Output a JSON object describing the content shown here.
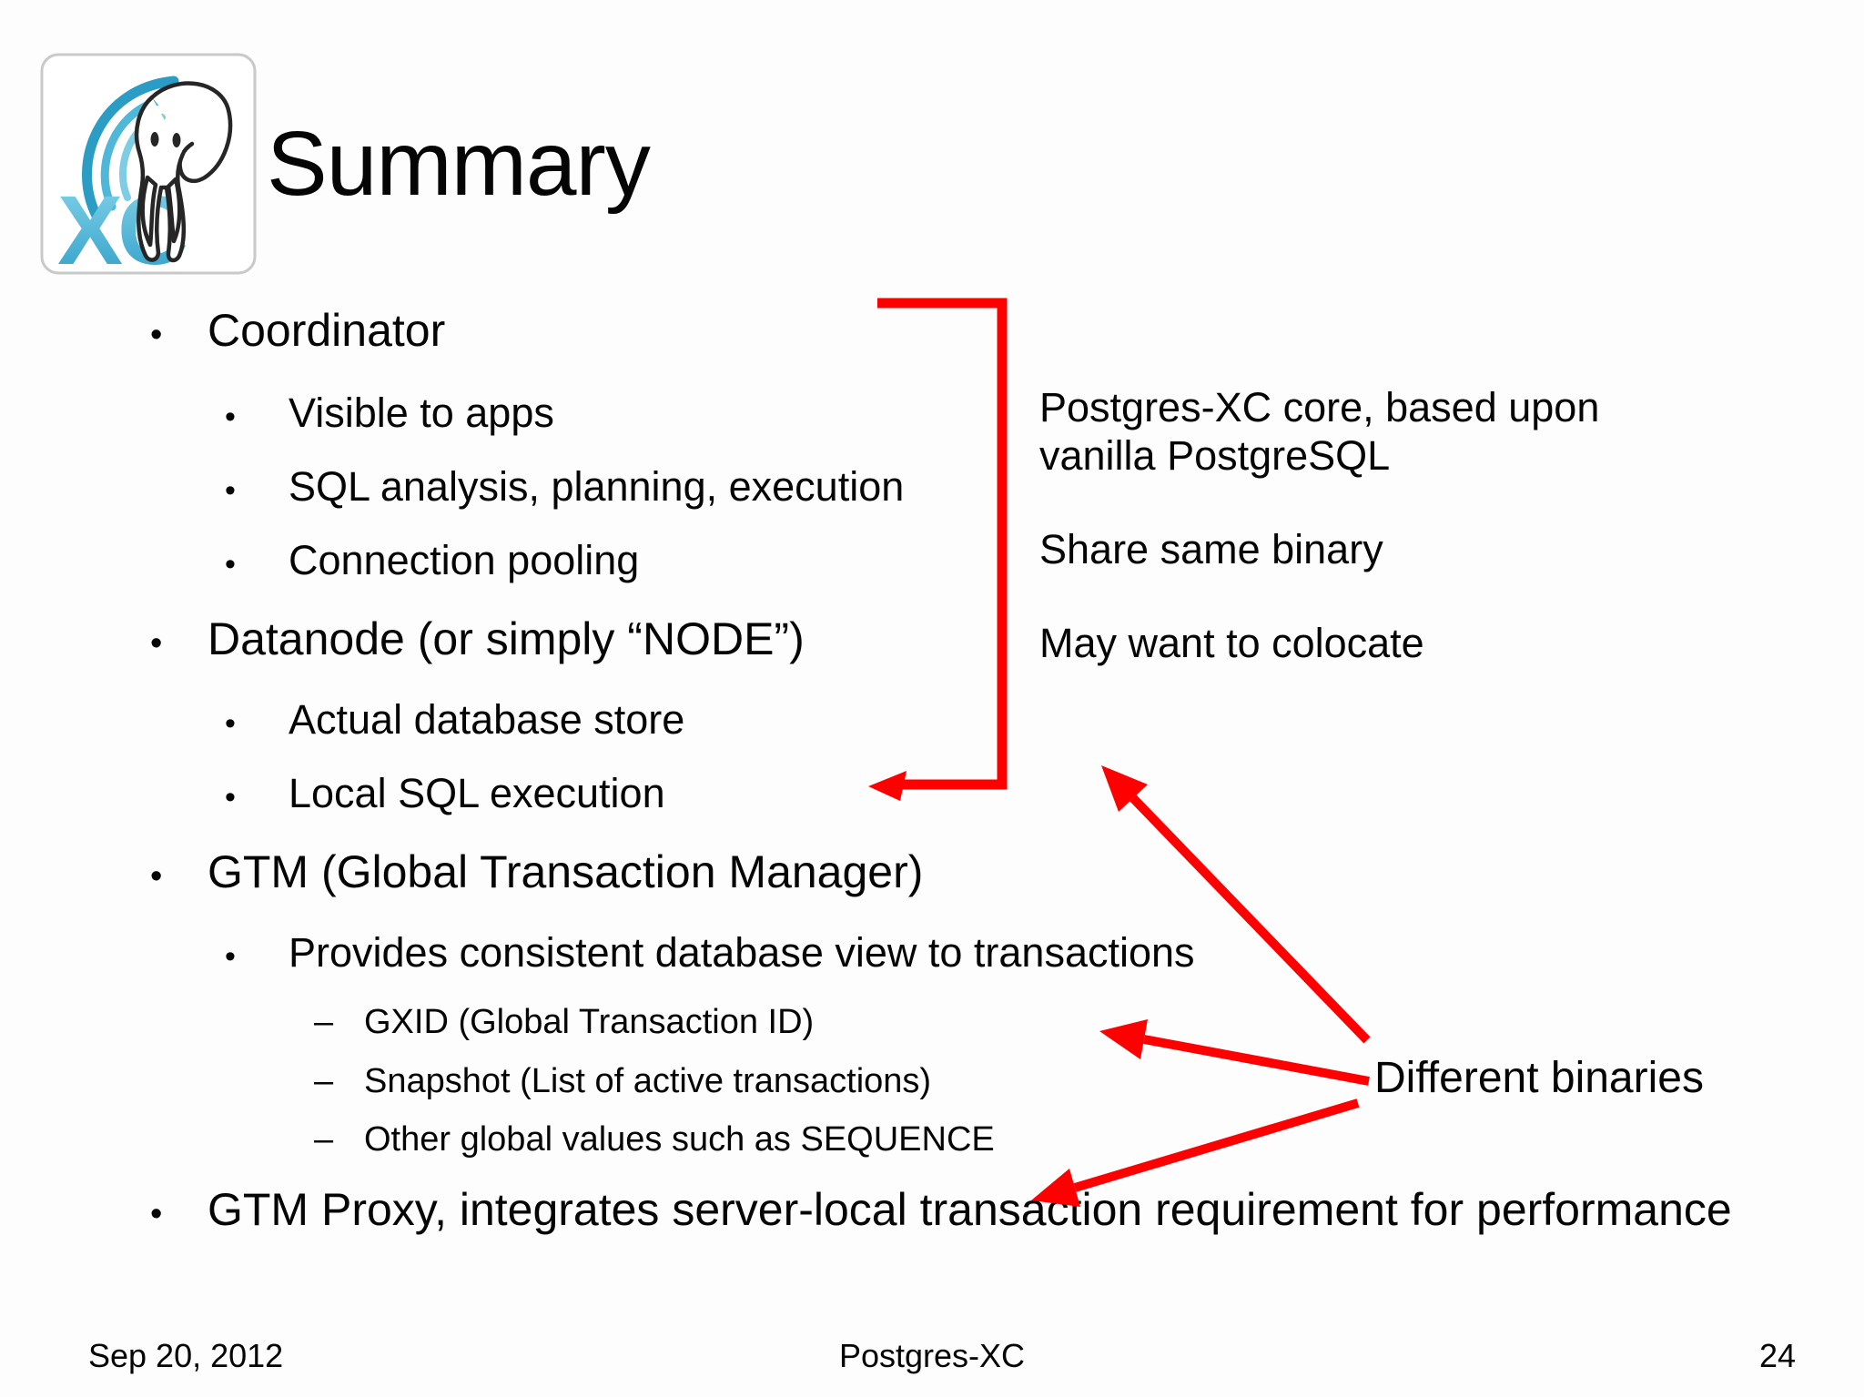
{
  "slide": {
    "title": "Summary",
    "bullets": [
      {
        "level": 1,
        "marker": "•",
        "text": "Coordinator"
      },
      {
        "level": 2,
        "marker": "•",
        "text": "Visible to apps"
      },
      {
        "level": 2,
        "marker": "•",
        "text": "SQL analysis, planning, execution"
      },
      {
        "level": 2,
        "marker": "•",
        "text": "Connection pooling"
      },
      {
        "level": 1,
        "marker": "•",
        "text": "Datanode (or simply “NODE”)"
      },
      {
        "level": 2,
        "marker": "•",
        "text": "Actual database store"
      },
      {
        "level": 2,
        "marker": "•",
        "text": "Local SQL execution"
      },
      {
        "level": 1,
        "marker": "•",
        "text": "GTM (Global Transaction Manager)"
      },
      {
        "level": 2,
        "marker": "•",
        "text": "Provides consistent database view to transactions"
      },
      {
        "level": 3,
        "marker": "–",
        "text": "GXID (Global Transaction ID)"
      },
      {
        "level": 3,
        "marker": "–",
        "text": "Snapshot (List of active transactions)"
      },
      {
        "level": 3,
        "marker": "–",
        "text": "Other global values such as SEQUENCE"
      },
      {
        "level": 1,
        "marker": "•",
        "text": "GTM Proxy, integrates server-local transaction requirement for performance"
      }
    ],
    "side_notes": [
      {
        "lines": [
          "Postgres-XC core, based upon",
          "vanilla PostgreSQL"
        ]
      },
      {
        "lines": [
          "Share same binary"
        ]
      },
      {
        "lines": [
          "May want to colocate"
        ]
      }
    ],
    "callout": "Different binaries",
    "annotation_color": "#ff0000",
    "footer": {
      "date": "Sep 20, 2012",
      "title": "Postgres-XC",
      "page_number": "24"
    }
  },
  "logo": {
    "letters": "XC"
  }
}
